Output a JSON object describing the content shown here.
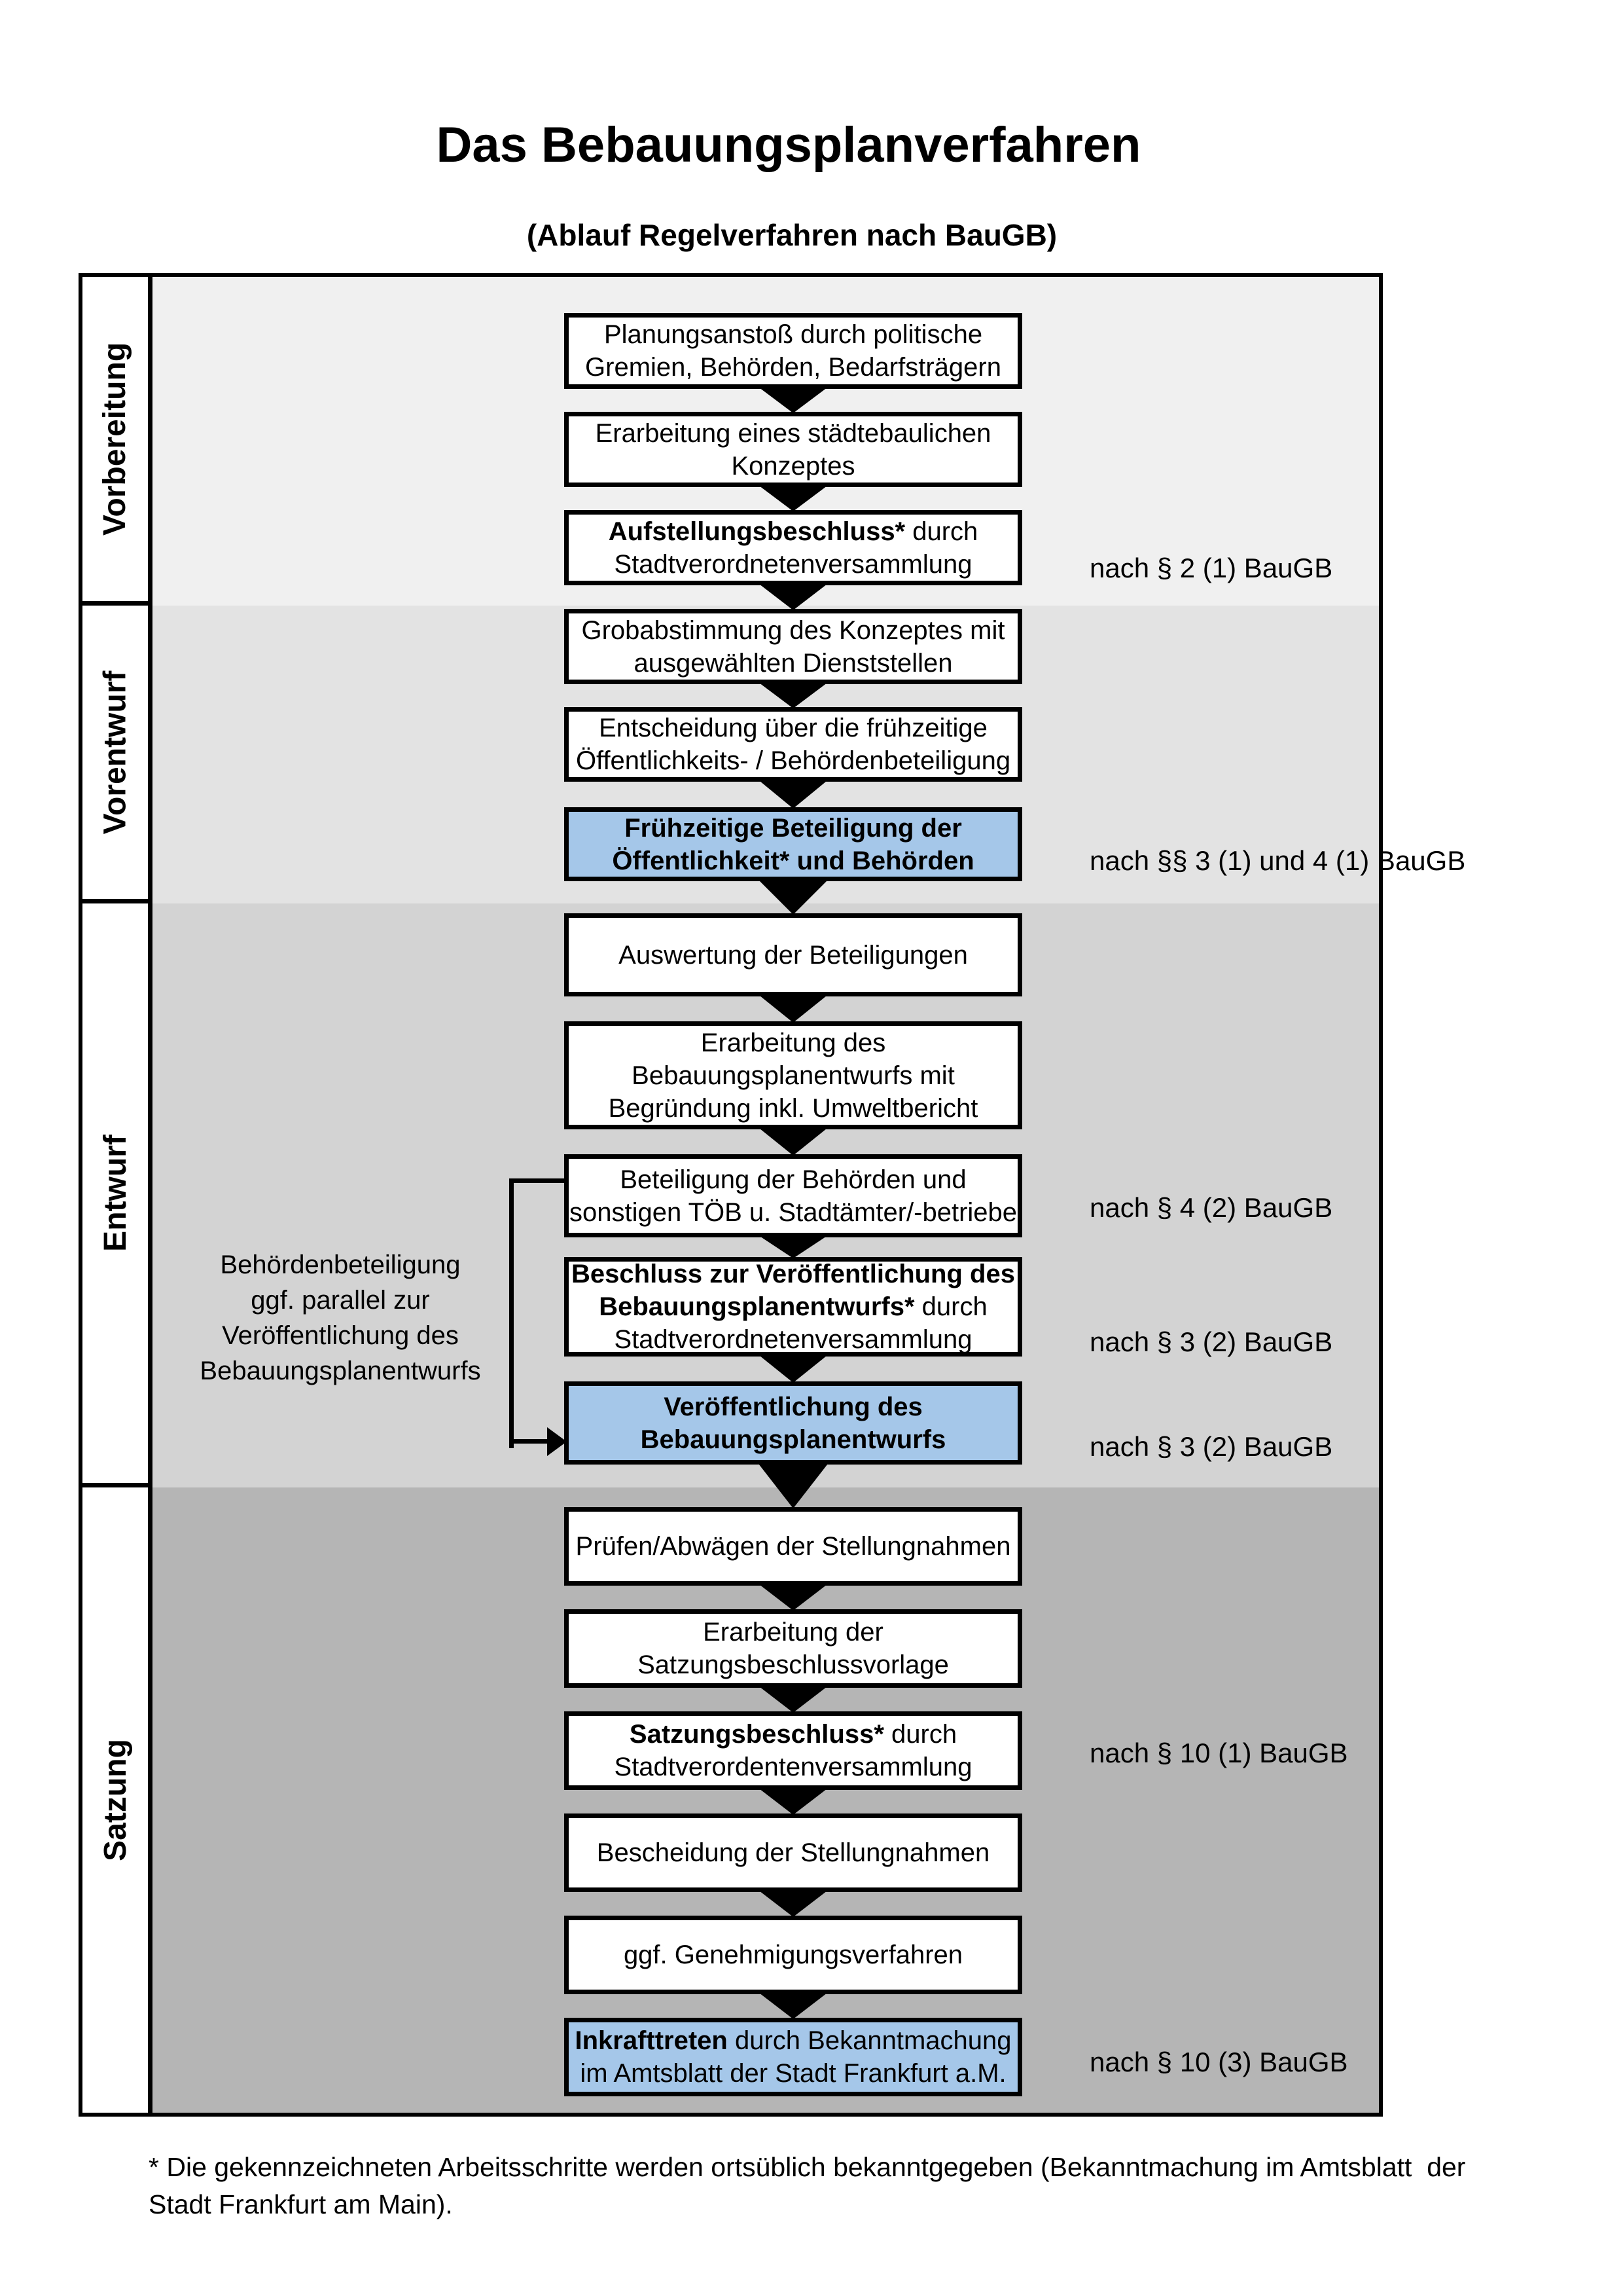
{
  "page": {
    "title": "Das Bebauungsplanverfahren",
    "subtitle": "(Ablauf Regelverfahren nach BauGB)",
    "footnote": "* Die gekennzeichneten Arbeitsschritte werden ortsüblich bekanntgegeben (Bekanntmachung im Amtsblatt  der Stadt Frankfurt am Main)."
  },
  "colors": {
    "highlight_blue": "#a5c7e9",
    "box_border": "#000000",
    "section_backgrounds": [
      "#f0f0f0",
      "#e3e3e3",
      "#d3d3d3",
      "#b5b5b5"
    ]
  },
  "sections": [
    {
      "label": "Vorbereitung"
    },
    {
      "label": "Vorentwurf"
    },
    {
      "label": "Entwurf"
    },
    {
      "label": "Satzung"
    }
  ],
  "boxes": [
    {
      "blue": false,
      "lines": [
        [
          {
            "t": "Planungsanstoß durch politische",
            "b": false
          }
        ],
        [
          {
            "t": "Gremien, Behörden, Bedarfsträgern",
            "b": false
          }
        ]
      ]
    },
    {
      "blue": false,
      "lines": [
        [
          {
            "t": "Erarbeitung eines städtebaulichen",
            "b": false
          }
        ],
        [
          {
            "t": "Konzeptes",
            "b": false
          }
        ]
      ]
    },
    {
      "blue": false,
      "lines": [
        [
          {
            "t": "Aufstellungsbeschluss*",
            "b": true
          },
          {
            "t": " durch",
            "b": false
          }
        ],
        [
          {
            "t": "Stadtverordnetenversammlung",
            "b": false
          }
        ]
      ]
    },
    {
      "blue": false,
      "lines": [
        [
          {
            "t": "Grobabstimmung des Konzeptes mit",
            "b": false
          }
        ],
        [
          {
            "t": "ausgewählten Dienststellen",
            "b": false
          }
        ]
      ]
    },
    {
      "blue": false,
      "lines": [
        [
          {
            "t": "Entscheidung über die frühzeitige",
            "b": false
          }
        ],
        [
          {
            "t": "Öffentlichkeits- / Behördenbeteiligung",
            "b": false
          }
        ]
      ]
    },
    {
      "blue": true,
      "lines": [
        [
          {
            "t": "Frühzeitige Beteiligung der",
            "b": true
          }
        ],
        [
          {
            "t": "Öffentlichkeit* und Behörden",
            "b": true
          }
        ]
      ]
    },
    {
      "blue": false,
      "lines": [
        [
          {
            "t": "Auswertung der Beteiligungen",
            "b": false
          }
        ]
      ]
    },
    {
      "blue": false,
      "lines": [
        [
          {
            "t": "Erarbeitung des",
            "b": false
          }
        ],
        [
          {
            "t": "Bebauungsplanentwurfs mit",
            "b": false
          }
        ],
        [
          {
            "t": "Begründung inkl. Umweltbericht",
            "b": false
          }
        ]
      ]
    },
    {
      "blue": false,
      "lines": [
        [
          {
            "t": "Beteiligung der Behörden und",
            "b": false
          }
        ],
        [
          {
            "t": "sonstigen TÖB u. Stadtämter/-betriebe",
            "b": false
          }
        ]
      ]
    },
    {
      "blue": false,
      "lines": [
        [
          {
            "t": "Beschluss zur Veröffentlichung des",
            "b": true
          }
        ],
        [
          {
            "t": "Bebauungsplanentwurfs*",
            "b": true
          },
          {
            "t": " durch",
            "b": false
          }
        ],
        [
          {
            "t": "Stadtverordnetenversammlung",
            "b": false
          }
        ]
      ]
    },
    {
      "blue": true,
      "lines": [
        [
          {
            "t": "Veröffentlichung des",
            "b": true
          }
        ],
        [
          {
            "t": "Bebauungsplanentwurfs",
            "b": true
          }
        ]
      ]
    },
    {
      "blue": false,
      "lines": [
        [
          {
            "t": "Prüfen/Abwägen der Stellungnahmen",
            "b": false
          }
        ]
      ]
    },
    {
      "blue": false,
      "lines": [
        [
          {
            "t": "Erarbeitung der",
            "b": false
          }
        ],
        [
          {
            "t": "Satzungsbeschlussvorlage",
            "b": false
          }
        ]
      ]
    },
    {
      "blue": false,
      "lines": [
        [
          {
            "t": "Satzungsbeschluss*",
            "b": true
          },
          {
            "t": " durch",
            "b": false
          }
        ],
        [
          {
            "t": "Stadtverordentenversammlung",
            "b": false
          }
        ]
      ]
    },
    {
      "blue": false,
      "lines": [
        [
          {
            "t": "Bescheidung der Stellungnahmen",
            "b": false
          }
        ]
      ]
    },
    {
      "blue": false,
      "lines": [
        [
          {
            "t": "ggf. Genehmigungsverfahren",
            "b": false
          }
        ]
      ]
    },
    {
      "blue": true,
      "lines": [
        [
          {
            "t": "Inkrafttreten",
            "b": true
          },
          {
            "t": " durch Bekanntmachung",
            "b": false
          }
        ],
        [
          {
            "t": "im Amtsblatt der Stadt Frankfurt a.M.",
            "b": false
          }
        ]
      ]
    }
  ],
  "annotations": [
    {
      "text": "nach § 2 (1) BauGB"
    },
    {
      "text": "nach §§ 3 (1) und 4 (1) BauGB"
    },
    {
      "text": "nach § 4 (2) BauGB"
    },
    {
      "text": "nach § 3 (2) BauGB"
    },
    {
      "text": "nach § 3 (2) BauGB"
    },
    {
      "text": "nach § 10 (1) BauGB"
    },
    {
      "text": "nach § 10 (3) BauGB"
    }
  ],
  "side_note": {
    "lines": [
      "Behördenbeteiligung",
      "ggf. parallel zur",
      "Veröffentlichung des",
      "Bebauungsplanentwurfs"
    ]
  }
}
